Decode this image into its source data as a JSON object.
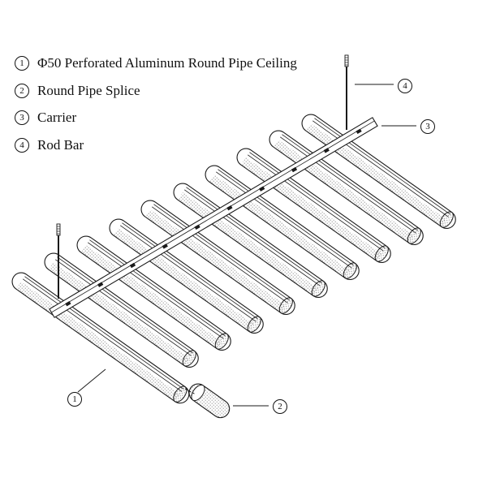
{
  "legend": [
    {
      "num": "1",
      "label": "Φ50 Perforated Aluminum Round Pipe Ceiling"
    },
    {
      "num": "2",
      "label": "Round Pipe Splice"
    },
    {
      "num": "3",
      "label": "Carrier"
    },
    {
      "num": "4",
      "label": "Rod Bar"
    }
  ],
  "callouts": {
    "pipe": "1",
    "splice": "2",
    "carrier": "3",
    "rod": "4"
  },
  "colors": {
    "line": "#1a1a1a",
    "fill": "#ffffff",
    "perforation": "#7a7a7a"
  }
}
